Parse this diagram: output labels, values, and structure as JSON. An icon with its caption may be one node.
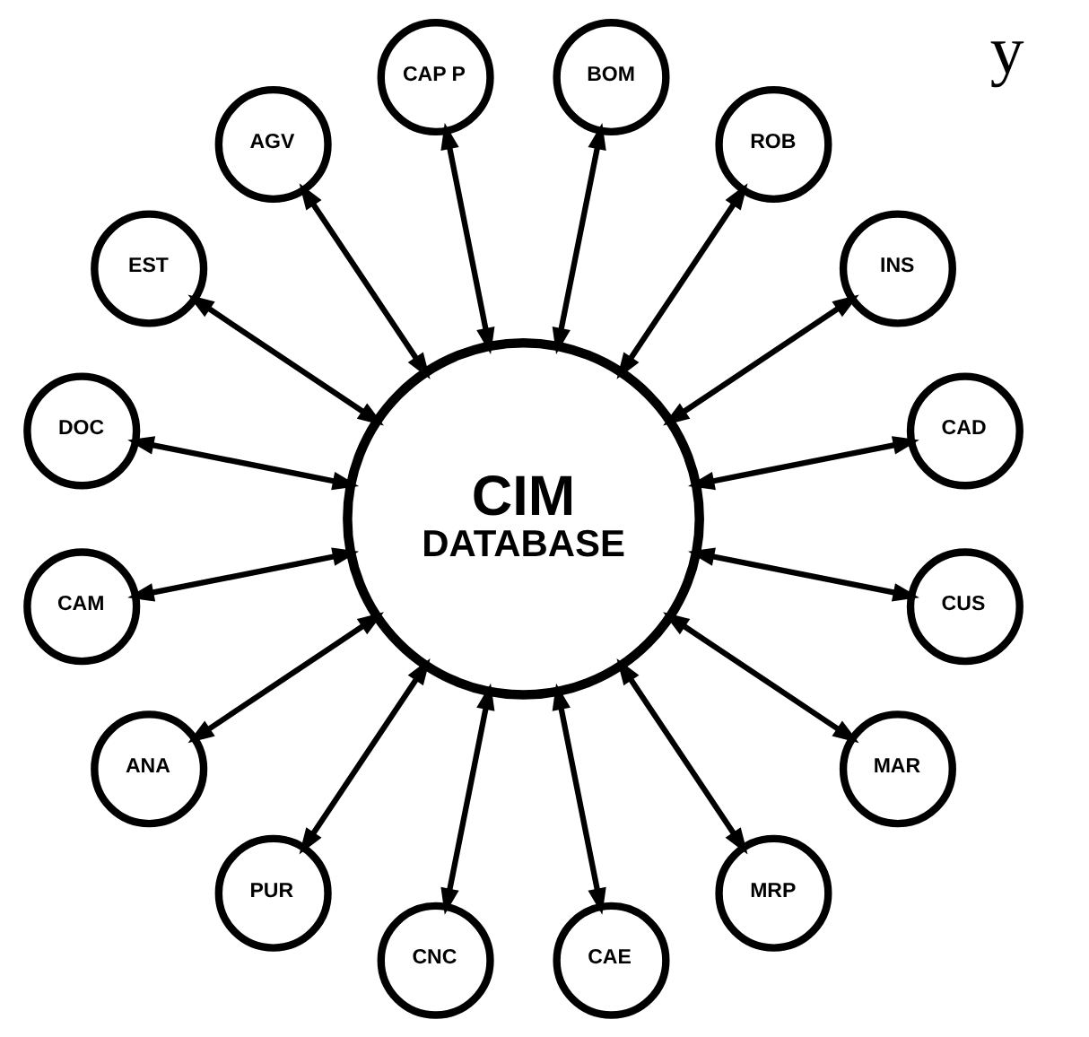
{
  "diagram": {
    "nodes": [
      {
        "text": [
          "CIM",
          "DATABASE"
        ]
      },
      {
        "text": [
          "CAD"
        ]
      },
      {
        "text": [
          "INS"
        ]
      },
      {
        "text": [
          "ROB"
        ]
      },
      {
        "text": [
          "BOM"
        ]
      },
      {
        "text": [
          "CAP P"
        ]
      },
      {
        "text": [
          "AGV"
        ]
      },
      {
        "text": [
          "EST"
        ]
      },
      {
        "text": [
          "DOC"
        ]
      },
      {
        "text": [
          "CAM"
        ]
      },
      {
        "text": [
          "ANA"
        ]
      },
      {
        "text": [
          "PUR"
        ]
      },
      {
        "text": [
          "CNC"
        ]
      },
      {
        "text": [
          "CAE"
        ]
      },
      {
        "text": [
          "MRP"
        ]
      },
      {
        "text": [
          "MAR"
        ]
      },
      {
        "text": [
          "CUS"
        ]
      }
    ],
    "edges": [
      {
        "from": 1,
        "to": 0,
        "arrow": "both"
      },
      {
        "from": 2,
        "to": 0,
        "arrow": "both"
      },
      {
        "from": 3,
        "to": 0,
        "arrow": "both"
      },
      {
        "from": 4,
        "to": 0,
        "arrow": "both"
      },
      {
        "from": 5,
        "to": 0,
        "arrow": "both"
      },
      {
        "from": 6,
        "to": 0,
        "arrow": "both"
      },
      {
        "from": 7,
        "to": 0,
        "arrow": "both"
      },
      {
        "from": 8,
        "to": 0,
        "arrow": "both"
      },
      {
        "from": 9,
        "to": 0,
        "arrow": "both"
      },
      {
        "from": 10,
        "to": 0,
        "arrow": "both"
      },
      {
        "from": 11,
        "to": 0,
        "arrow": "both"
      },
      {
        "from": 12,
        "to": 0,
        "arrow": "both"
      },
      {
        "from": 13,
        "to": 0,
        "arrow": "both"
      },
      {
        "from": 14,
        "to": 0,
        "arrow": "both"
      },
      {
        "from": 15,
        "to": 0,
        "arrow": "both"
      },
      {
        "from": 16,
        "to": 0,
        "arrow": "both"
      }
    ],
    "labels": [
      "y"
    ]
  }
}
